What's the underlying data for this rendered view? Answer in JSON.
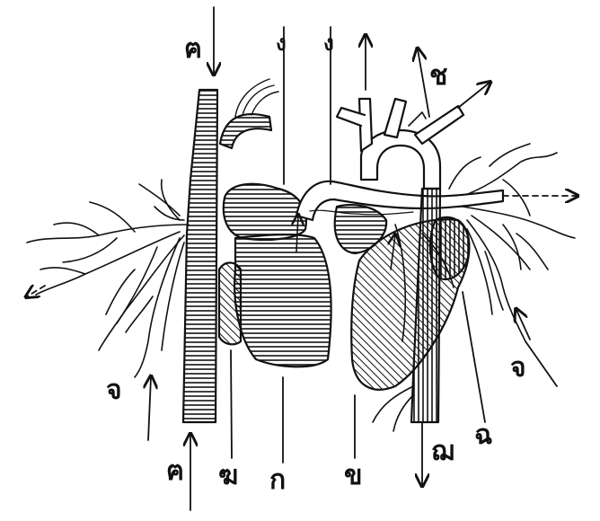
{
  "diagram": {
    "labels": {
      "top_left": "ฅ",
      "top_mid_1": "ง",
      "top_mid_2": "ง",
      "top_right": "ช",
      "left_side": "จ",
      "right_side": "จ",
      "bottom_1": "ฅ",
      "bottom_2": "ฆ",
      "bottom_3": "ก",
      "bottom_4": "ข",
      "bottom_5": "ฌ",
      "bottom_6": "ฉ"
    },
    "colors": {
      "ink": "#111111",
      "paper": "#ffffff"
    }
  }
}
